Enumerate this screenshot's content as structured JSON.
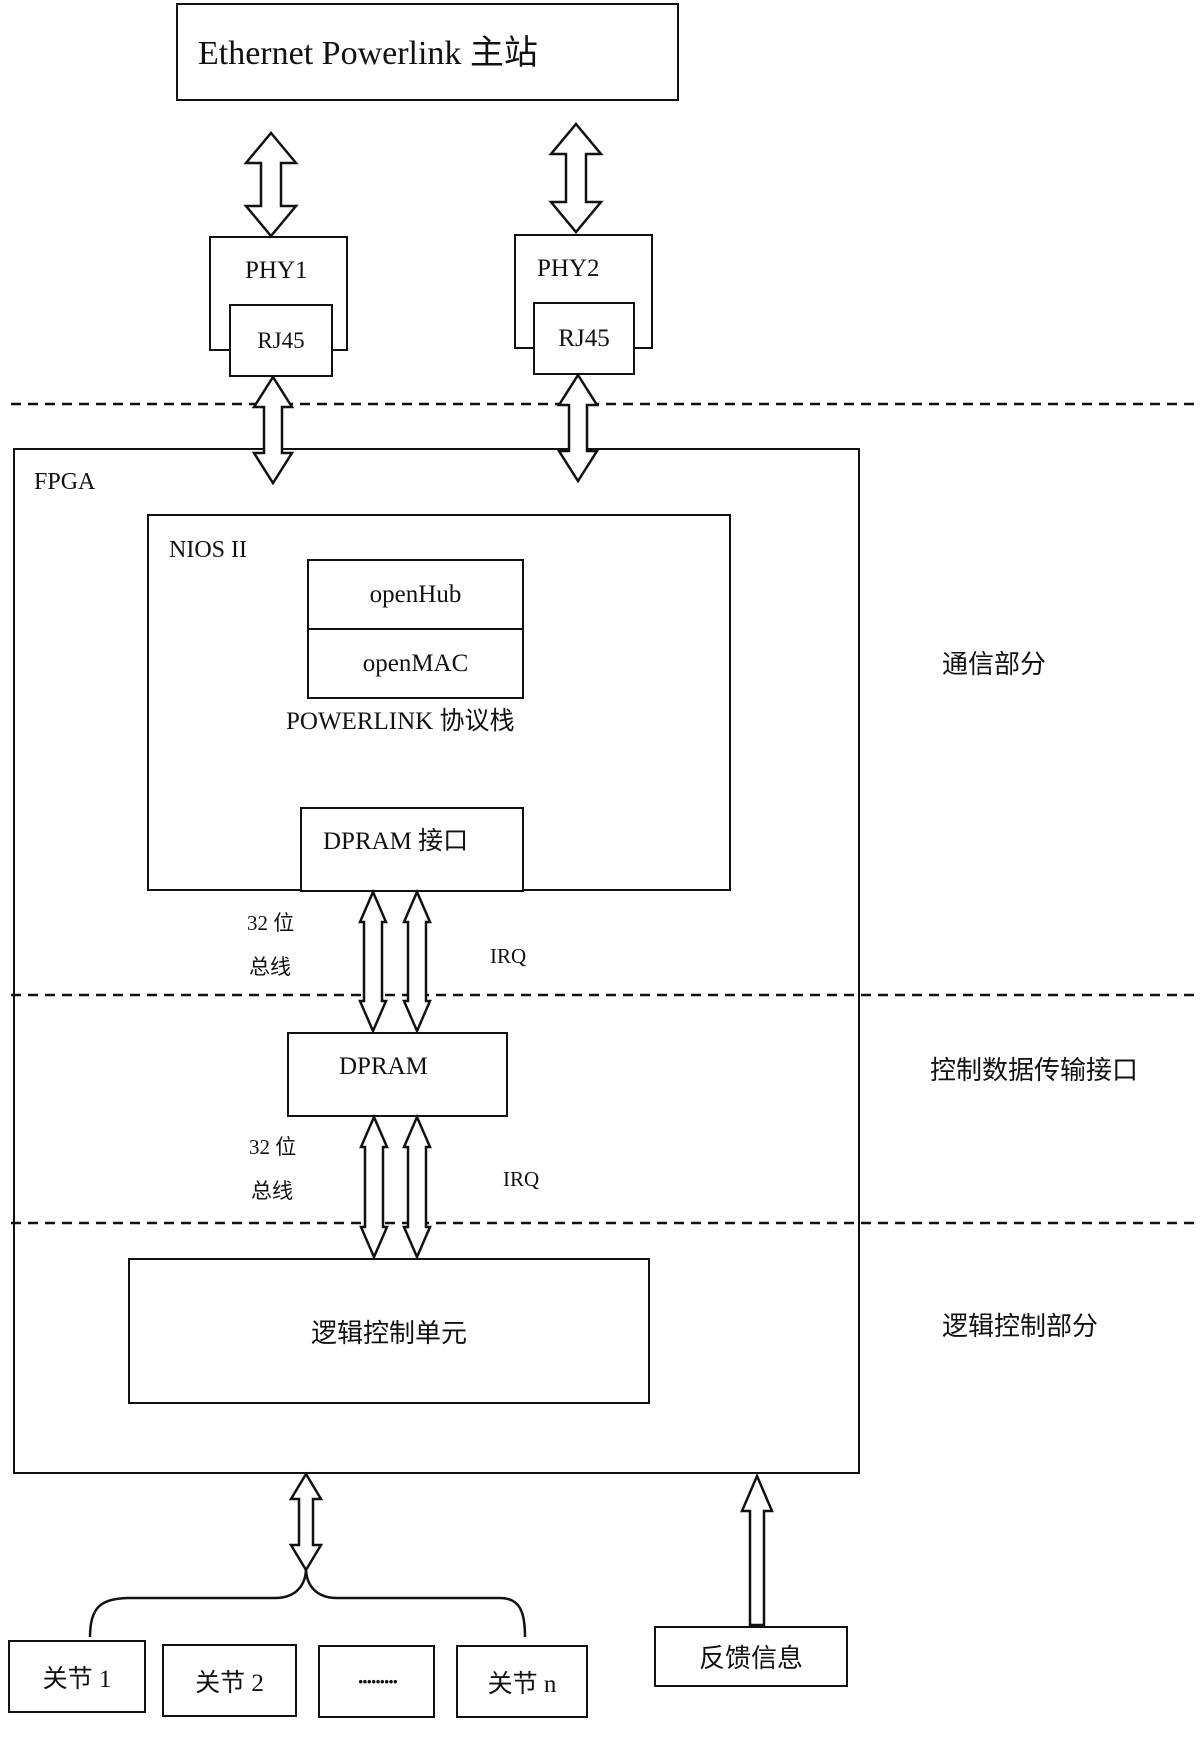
{
  "master": {
    "label": "Ethernet Powerlink  主站"
  },
  "phy1": {
    "label": "PHY1",
    "connector": "RJ45"
  },
  "phy2": {
    "label": "PHY2",
    "connector": "RJ45"
  },
  "fpga": {
    "label": "FPGA"
  },
  "nios": {
    "label": "NIOS II",
    "modules": [
      "openHub",
      "openMAC"
    ],
    "stack_label": "POWERLINK 协议栈",
    "interface_label": "DPRAM 接口"
  },
  "bus_upper": {
    "width_label_line1": "32 位",
    "width_label_line2": "总线",
    "irq_label": "IRQ"
  },
  "dpram": {
    "label": "DPRAM"
  },
  "bus_lower": {
    "width_label_line1": "32 位",
    "width_label_line2": "总线",
    "irq_label": "IRQ"
  },
  "logic_unit": {
    "label": "逻辑控制单元"
  },
  "sections": {
    "communication": "通信部分",
    "data_interface": "控制数据传输接口",
    "logic_control": "逻辑控制部分"
  },
  "joints": [
    "关节 1",
    "关节 2",
    "·········",
    "关节 n"
  ],
  "feedback": {
    "label": "反馈信息"
  }
}
